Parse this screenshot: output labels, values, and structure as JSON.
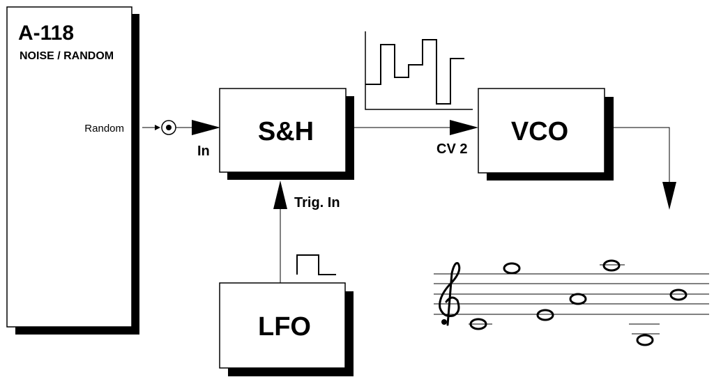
{
  "module": {
    "name": "A-118",
    "subtitle": "NOISE / RANDOM",
    "output_label": "Random"
  },
  "blocks": {
    "sh": {
      "label": "S&H",
      "input_label": "In",
      "trigger_label": "Trig. In"
    },
    "vco": {
      "label": "VCO",
      "input_label": "CV 2"
    },
    "lfo": {
      "label": "LFO"
    }
  },
  "colors": {
    "line": "#000000",
    "background": "#ffffff"
  }
}
